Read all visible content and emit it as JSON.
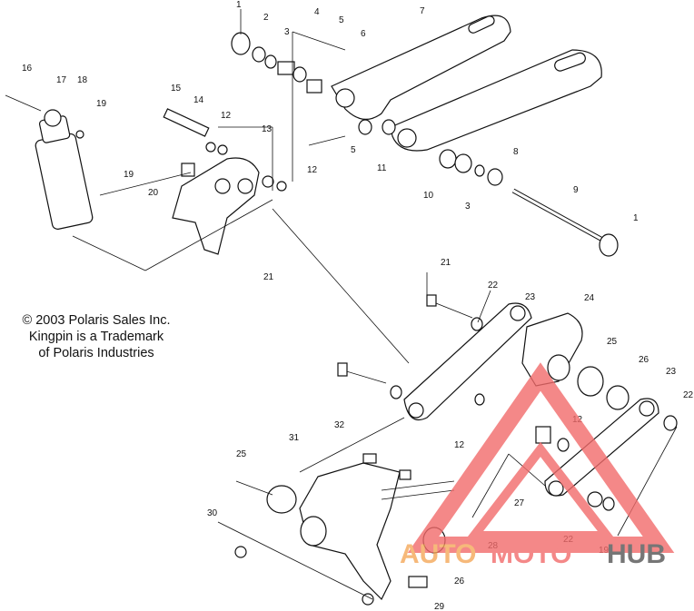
{
  "copyright": {
    "line1": "© 2003 Polaris Sales Inc.",
    "line2": "Kingpin is a Trademark",
    "line3": "of Polaris Industries"
  },
  "callouts": [
    "1",
    "2",
    "3",
    "4",
    "5",
    "6",
    "7",
    "16",
    "17",
    "18",
    "19",
    "15",
    "14",
    "12",
    "13",
    "19",
    "20",
    "12",
    "5",
    "11",
    "10",
    "3",
    "8",
    "9",
    "1",
    "21",
    "21",
    "22",
    "23",
    "24",
    "25",
    "26",
    "23",
    "22",
    "12",
    "12",
    "32",
    "31",
    "25",
    "27",
    "30",
    "22",
    "28",
    "19",
    "26",
    "29"
  ],
  "watermark": {
    "brand_a": "AUTO",
    "brand_b": "MOTO",
    "brand_c": "HUB",
    "color_red": "#f26b6b",
    "color_orange": "#f5a85a",
    "color_gray": "#555555"
  }
}
